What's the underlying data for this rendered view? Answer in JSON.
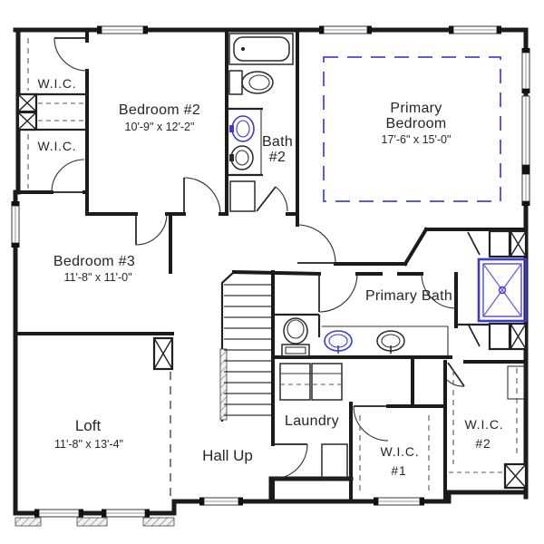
{
  "plan_type": "floor-plan",
  "rooms": {
    "wic_top": {
      "label": "W.I.C."
    },
    "wic_mid": {
      "label": "W.I.C."
    },
    "bedroom2": {
      "name": "Bedroom #2",
      "dims": "10'-9\" x 12'-2\""
    },
    "bath2": {
      "line1": "Bath",
      "line2": "#2"
    },
    "primary_bedroom": {
      "line1": "Primary",
      "line2": "Bedroom",
      "dims": "17'-6\" x 15'-0\""
    },
    "bedroom3": {
      "name": "Bedroom #3",
      "dims": "11'-8\" x 11'-0\""
    },
    "primary_bath": {
      "name": "Primary Bath"
    },
    "loft": {
      "name": "Loft",
      "dims": "11'-8\" x 13'-4\""
    },
    "hall": {
      "name": "Hall Up"
    },
    "laundry": {
      "name": "Laundry"
    },
    "wic1": {
      "line1": "W.I.C.",
      "line2": "#1"
    },
    "wic2": {
      "line1": "W.I.C.",
      "line2": "#2"
    }
  },
  "fixtures": [
    "bathtub",
    "toilet",
    "sink",
    "double-vanity",
    "shower",
    "washer-dryer",
    "staircase",
    "closet-shelf",
    "hanging-rod",
    "window",
    "door-swing"
  ],
  "colors": {
    "wall": "#1b1b1b",
    "text": "#262626",
    "fixture_blue": "#3a3ad6",
    "layout_dash_blue": "#5c5ce0",
    "background": "#ffffff"
  }
}
